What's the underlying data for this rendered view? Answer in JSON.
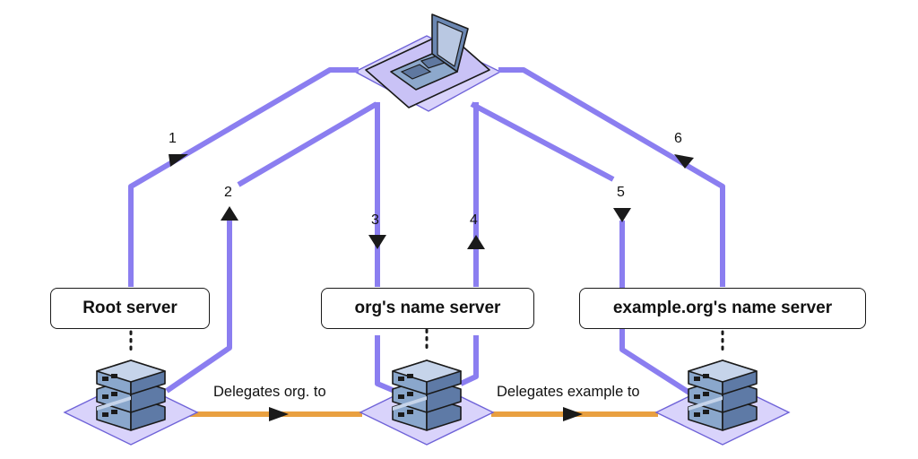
{
  "servers": {
    "root": {
      "label": "Root server"
    },
    "org": {
      "label": "org's name server"
    },
    "example": {
      "label": "example.org's name server"
    }
  },
  "steps": [
    "1",
    "2",
    "3",
    "4",
    "5",
    "6"
  ],
  "delegations": [
    {
      "label": "Delegates org. to"
    },
    {
      "label": "Delegates example to"
    }
  ],
  "colors": {
    "query_path": "#8b7ef0",
    "delegation_path": "#e9a040",
    "platform": "#d9d3fb",
    "server_body": "#7f9cc2",
    "outline": "#1a1a1a"
  },
  "icons": {
    "client": "laptop-icon",
    "server": "server-stack-icon"
  }
}
